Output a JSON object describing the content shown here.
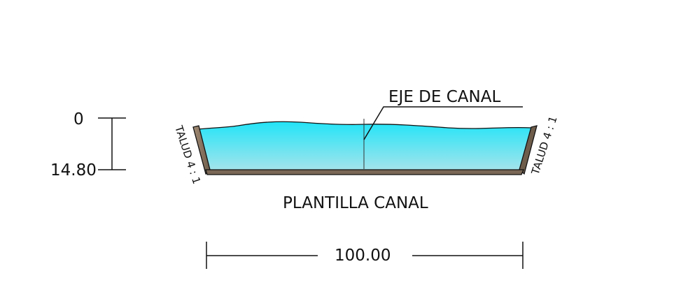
{
  "canal": {
    "axis_label": "EJE DE CANAL",
    "bottom_label": "PLANTILLA CANAL",
    "slope_left": "TALUD 4 : 1",
    "slope_right": "TALUD 4 : 1"
  },
  "vertical_dimension": {
    "top_value": "0",
    "bottom_value": "14.80"
  },
  "horizontal_dimension": {
    "value": "100.00"
  },
  "colors": {
    "water_top": "#22e4f7",
    "water_bottom": "#9fe6ef",
    "bank": "#8a7663",
    "lines": "#111111"
  }
}
